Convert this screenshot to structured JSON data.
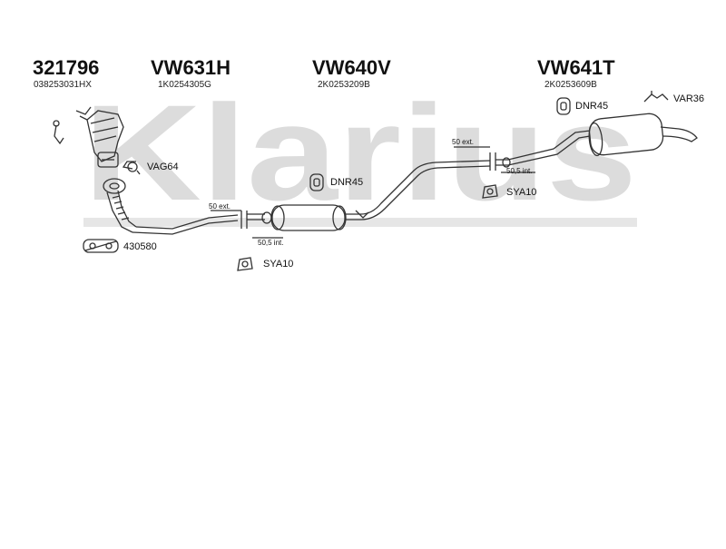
{
  "watermark": "Klarius",
  "header": [
    {
      "code": "321796",
      "oem": "038253031HX"
    },
    {
      "code": "VW631H",
      "oem": "1K0254305G"
    },
    {
      "code": "VW640V",
      "oem": "2K0253209B"
    },
    {
      "code": "VW641T",
      "oem": "2K0253609B"
    }
  ],
  "parts": {
    "vag64": "VAG64",
    "kit430580": "430580",
    "dnr45_mid": "DNR45",
    "dnr45_rear": "DNR45",
    "sya10_front": "SYA10",
    "sya10_rear": "SYA10",
    "var36": "VAR36"
  },
  "dims": {
    "front_ext": "50 ext.",
    "front_int": "50,5 int.",
    "rear_ext": "50 ext.",
    "rear_int": "50,5 int."
  },
  "colors": {
    "line": "#333333",
    "watermark": "#d9d9d9"
  }
}
